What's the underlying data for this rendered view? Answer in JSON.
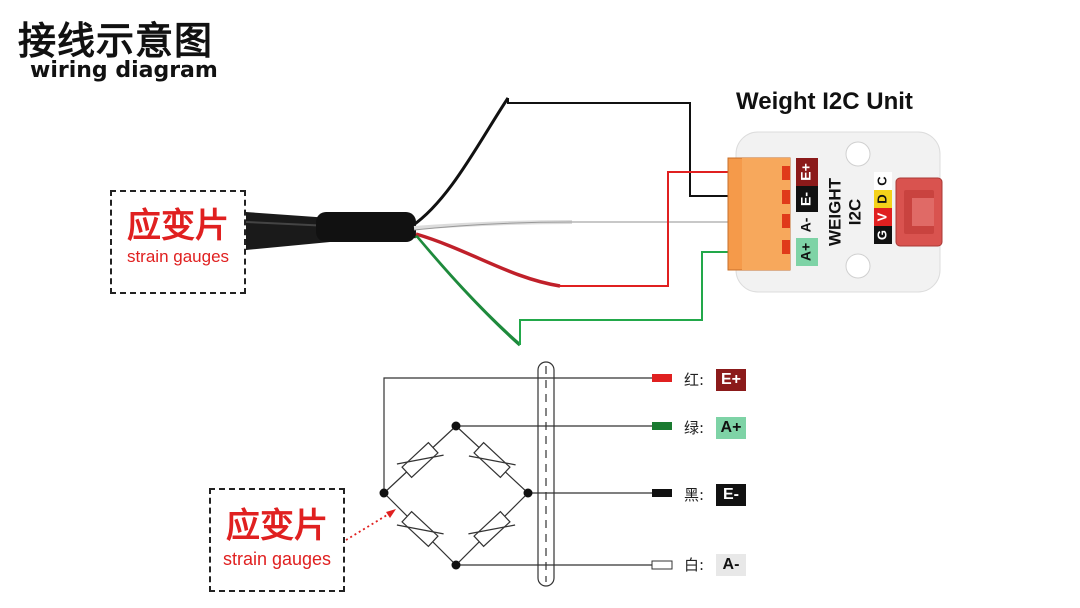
{
  "header": {
    "title_cn": "接线示意图",
    "title_en": "wiring diagram"
  },
  "unit": {
    "name": "Weight I2C Unit",
    "board_text_1": "WEIGHT",
    "board_text_2": "I2C",
    "pins_left": [
      "E+",
      "E-",
      "A-",
      "A+"
    ],
    "pins_right": [
      "G",
      "V",
      "D",
      "C"
    ]
  },
  "gauge_label": {
    "cn": "应变片",
    "en": "strain gauges"
  },
  "legend": [
    {
      "label": "红:",
      "badge": "E+",
      "wire_color": "#e02020",
      "badge_bg": "#8b1a1a",
      "badge_fg": "#ffffff"
    },
    {
      "label": "绿:",
      "badge": "A+",
      "wire_color": "#1a7a30",
      "badge_bg": "#7ed3a6",
      "badge_fg": "#111111"
    },
    {
      "label": "黑:",
      "badge": "E-",
      "wire_color": "#111111",
      "badge_bg": "#111111",
      "badge_fg": "#ffffff"
    },
    {
      "label": "白:",
      "badge": "A-",
      "wire_color": "#ffffff",
      "badge_bg": "#e8e8e8",
      "badge_fg": "#111111"
    }
  ],
  "colors": {
    "red": "#e02020",
    "green": "#22a84a",
    "black": "#111111",
    "terminal_orange": "#f59a4a",
    "connector_red": "#d9534f"
  }
}
